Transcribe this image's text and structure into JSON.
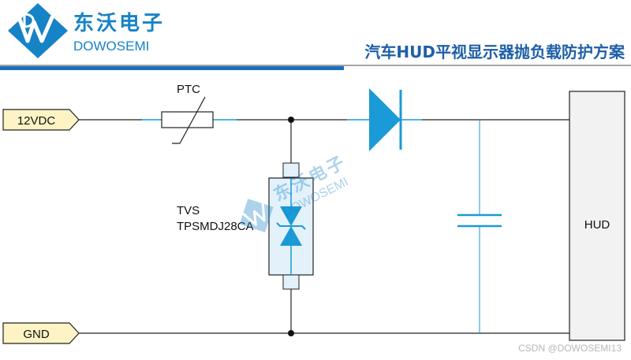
{
  "header": {
    "brand_cn": "东沃电子",
    "brand_en": "DOWOSEMI",
    "title": "汽车HUD平视显示器抛负载防护方案"
  },
  "circuit": {
    "input_port": "12VDC",
    "ground_port": "GND",
    "ptc_label": "PTC",
    "tvs_label": "TVS",
    "tvs_part": "TPSMDJ28CA",
    "load_label": "HUD"
  },
  "watermark": {
    "brand_cn": "东沃电子",
    "brand_en": "DOWOSEMI"
  },
  "footer": {
    "credit": "CSDN @DOWOSEMI13"
  },
  "colors": {
    "brand_blue": "#1683c7",
    "title_blue": "#1f5fa8",
    "component_blue": "#1a9ad6",
    "tvs_fill": "#e3f1fa",
    "load_fill": "#f2f2f2",
    "port_fill": "#fdf3c4",
    "underline_gray": "#a6a6a6",
    "underline_blue": "#1b6fc0"
  }
}
